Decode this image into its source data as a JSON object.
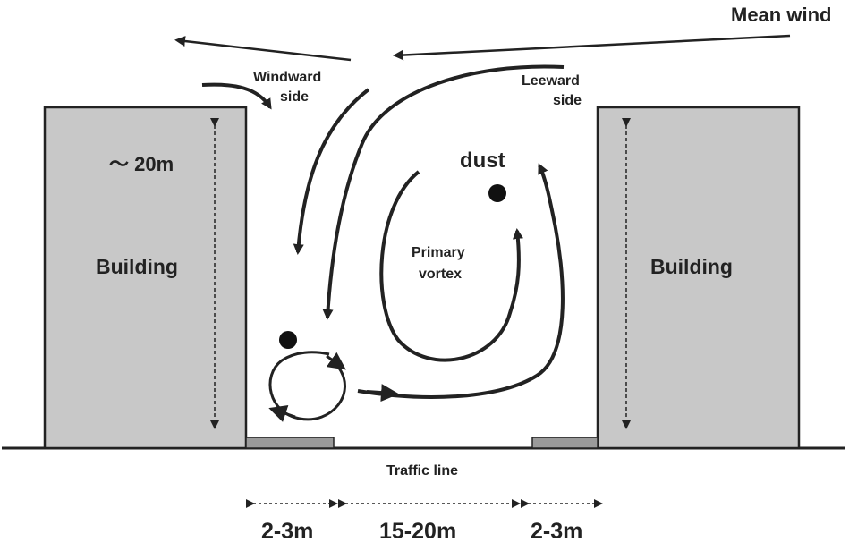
{
  "labels": {
    "mean_wind": "Mean wind",
    "windward_line1": "Windward",
    "windward_line2": "side",
    "leeward_line1": "Leeward",
    "leeward_line2": "side",
    "height": "～ 20m",
    "building_left": "Building",
    "building_right": "Building",
    "dust": "dust",
    "primary_vortex_line1": "Primary",
    "primary_vortex_line2": "vortex",
    "traffic_line": "Traffic line",
    "dim_left": "2-3m",
    "dim_center": "15-20m",
    "dim_right": "2-3m"
  },
  "colors": {
    "building_fill": "#c8c8c8",
    "outline": "#222222",
    "traffic_fill": "#9a9a9a",
    "background": "#ffffff"
  }
}
